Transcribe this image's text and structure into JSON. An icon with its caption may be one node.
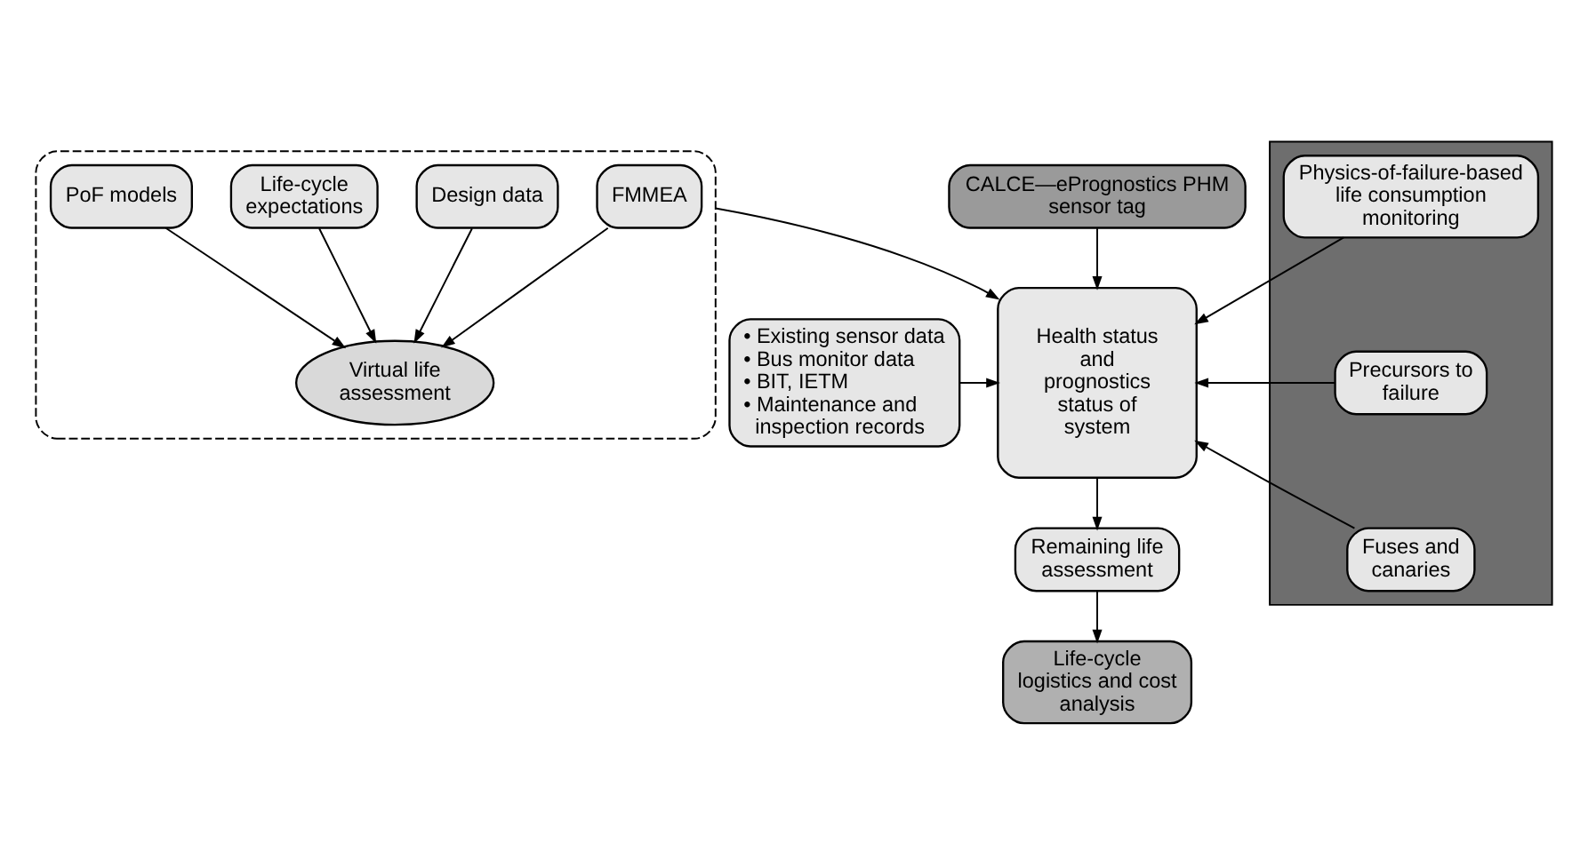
{
  "diagram": {
    "nodes": [
      {
        "text": [],
        "shape": "box"
      },
      {
        "text": [
          "Design data"
        ],
        "in": 0
      },
      {
        "text": [
          "Life-cycle expectations"
        ],
        "in": 0
      },
      {
        "text": [
          "FMMEA"
        ],
        "in": 0
      },
      {
        "text": [
          "PoF models"
        ],
        "in": 0
      },
      {
        "text": [
          "Virtual life assessment"
        ],
        "in": 0
      },
      {
        "text": [
          "• Existing sensor data",
          "• Bus monitor data",
          "• BIT, IETM",
          "• Maintenance and inspection records"
        ]
      },
      {
        "text": [
          "Health status and prognostics status of system"
        ]
      },
      {
        "text": [
          "CALCE—ePrognostics PHM sensor tag"
        ]
      },
      {
        "text": [],
        "shape": "box"
      },
      {
        "text": [
          "Physics-of-failure-based life consumption monitoring"
        ],
        "in": 9
      },
      {
        "text": [
          "Precursors to failure"
        ],
        "in": 9
      },
      {
        "text": [
          "Fuses and canaries"
        ],
        "in": 9
      },
      {
        "text": [
          "Remaining life assessment"
        ]
      },
      {
        "text": [
          "Life-cycle logistics and cost analysis"
        ]
      }
    ],
    "edges": [
      {
        "from": 1,
        "to": 5,
        "arrow": "to"
      },
      {
        "from": 2,
        "to": 5,
        "arrow": "to"
      },
      {
        "from": 3,
        "to": 5,
        "arrow": "to"
      },
      {
        "from": 4,
        "to": 5,
        "arrow": "to"
      },
      {
        "from": 0,
        "to": 7,
        "arrow": "to"
      },
      {
        "from": 6,
        "to": 7,
        "arrow": "to"
      },
      {
        "from": 8,
        "to": 7,
        "arrow": "to"
      },
      {
        "from": 10,
        "to": 7,
        "arrow": "to"
      },
      {
        "from": 11,
        "to": 7,
        "arrow": "to"
      },
      {
        "from": 12,
        "to": 7,
        "arrow": "to"
      },
      {
        "from": 7,
        "to": 13,
        "arrow": "to"
      },
      {
        "from": 13,
        "to": 14,
        "arrow": "to"
      }
    ]
  }
}
